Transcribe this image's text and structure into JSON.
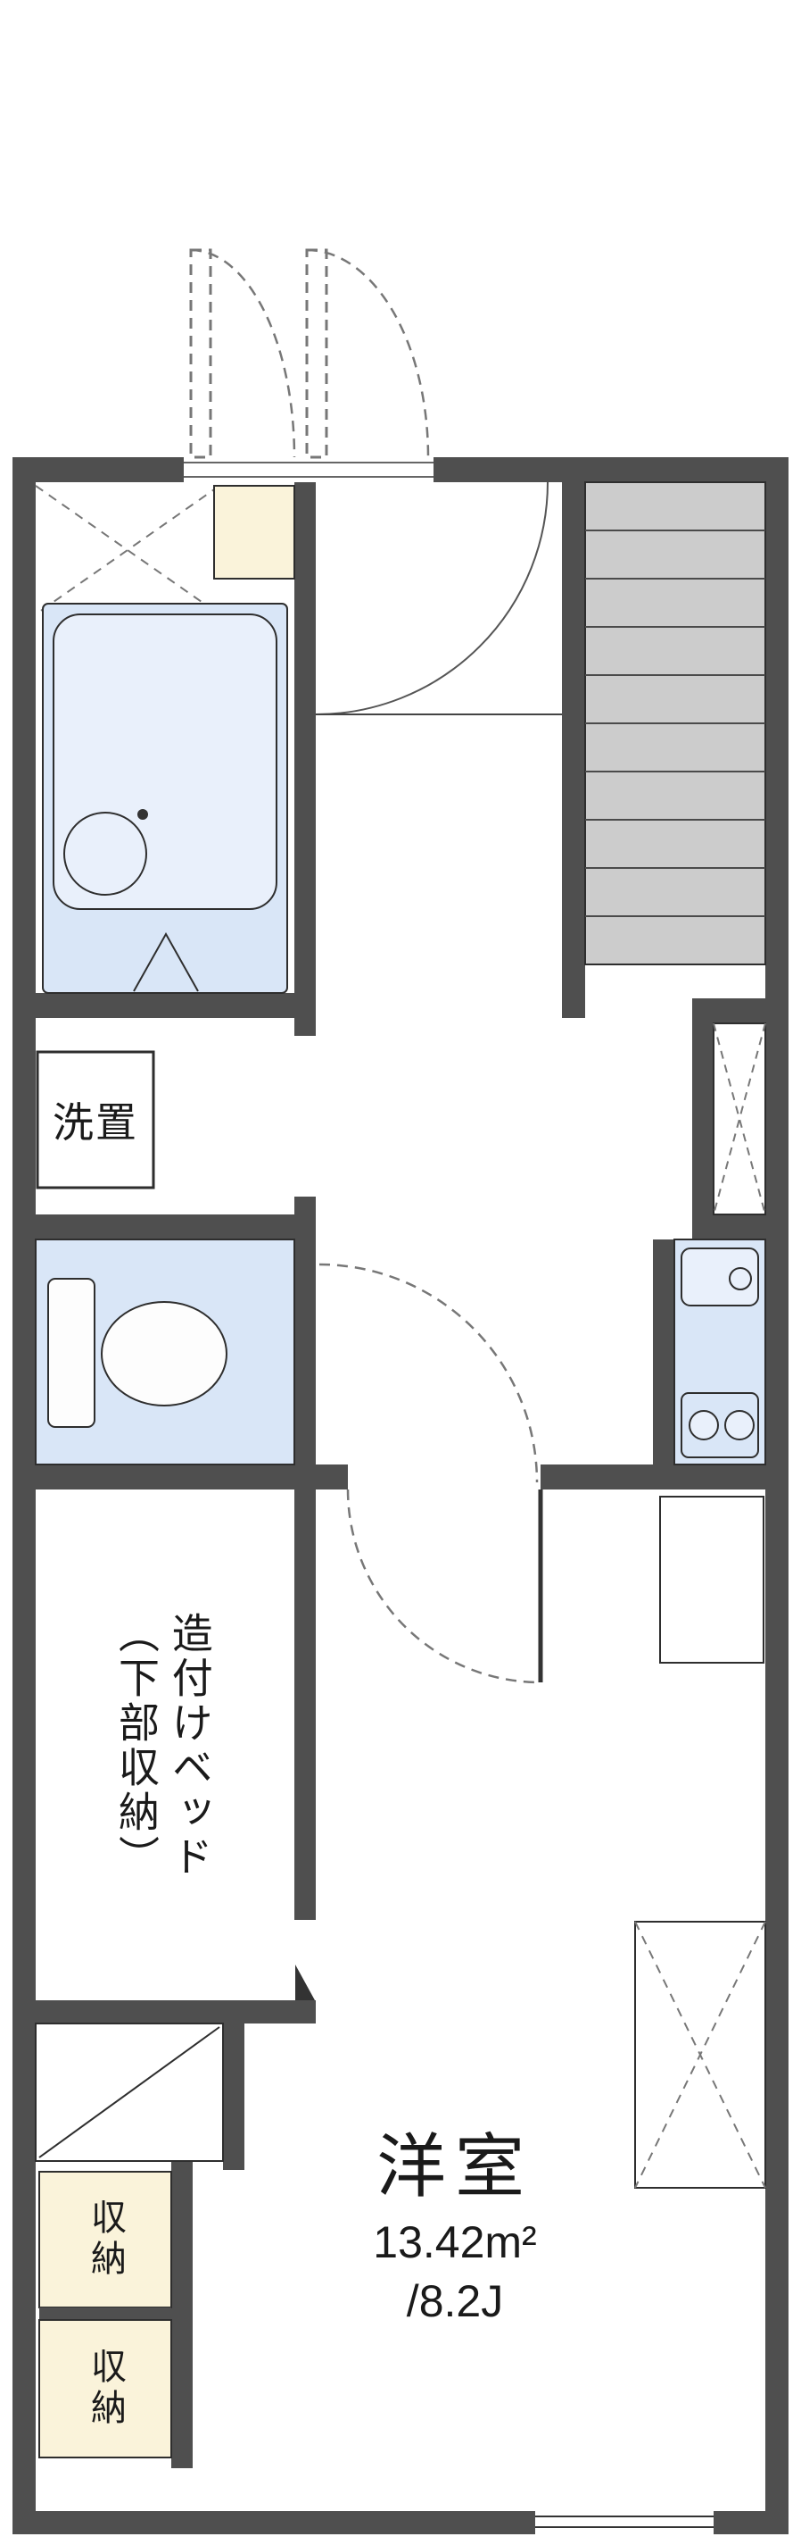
{
  "title": "apartment-floor-plan",
  "labels": {
    "washer": "洗置",
    "bed": "造付けベッド\n（下部収納）",
    "storage_top": "収納",
    "storage_bottom": "収納",
    "room_name": "洋室",
    "room_area_m2": "13.42m²",
    "room_area_jo": "/8.2J"
  },
  "colors": {
    "wall": "#4f4f4f",
    "fixture_blue": "#d9e6f7",
    "fixture_blue_light": "#e9f0fb",
    "storage_cream": "#faf3da",
    "stairs_gray": "#cccccc",
    "line": "#2e2e2e",
    "dash": "#777777"
  }
}
